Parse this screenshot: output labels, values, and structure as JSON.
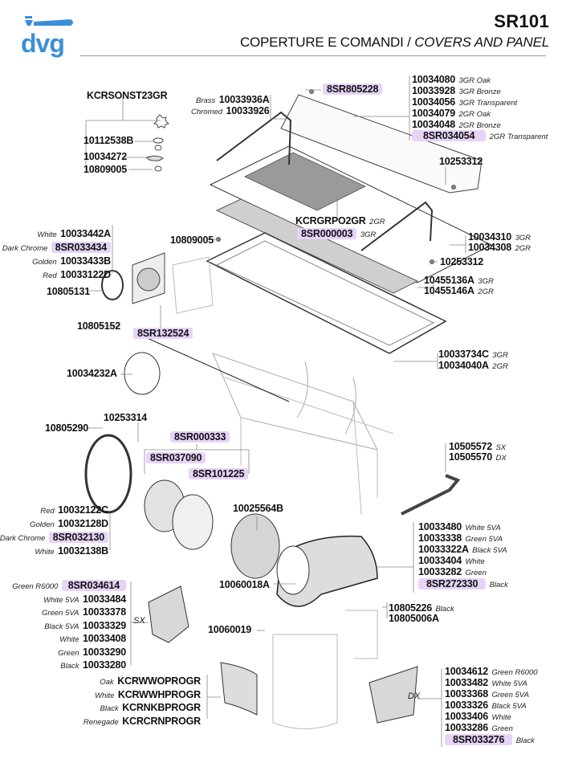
{
  "header": {
    "logo_text": "dvg",
    "model": "SR101",
    "subtitle_it": "COPERTURE E COMANDI /",
    "subtitle_en": "COVERS AND PANEL",
    "brand_color": "#3a8fd6",
    "highlight_color": "#e6d3f7"
  },
  "labels": {
    "kcrsonst": {
      "part": "KCRSONST23GR"
    },
    "knob_parts": [
      {
        "part": "10112538B"
      },
      {
        "part": "10034272"
      },
      {
        "part": "10809005"
      }
    ],
    "rail": [
      {
        "note": "Brass",
        "part": "10033936A"
      },
      {
        "note": "Chromed",
        "part": "10033926"
      }
    ],
    "screw_top": {
      "part": "8SR805228",
      "highlight": true
    },
    "cup_guard": [
      {
        "part": "10034080",
        "note": "3GR Oak"
      },
      {
        "part": "10033928",
        "note": "3GR Bronze"
      },
      {
        "part": "10034056",
        "note": "3GR Transparent"
      },
      {
        "part": "10034079",
        "note": "2GR Oak"
      },
      {
        "part": "10034048",
        "note": "2GR Bronze"
      },
      {
        "part": "8SR034054",
        "note": "2GR Transparent",
        "highlight": true
      }
    ],
    "screw_right_top": {
      "part": "10253312"
    },
    "grid": [
      {
        "part": "KCRGRPO2GR",
        "note": "2GR"
      },
      {
        "part": "8SR000003",
        "note": "3GR",
        "highlight": true
      }
    ],
    "screw_left": {
      "part": "10809005"
    },
    "tray": [
      {
        "part": "10034310",
        "note": "3GR"
      },
      {
        "part": "10034308",
        "note": "2GR"
      }
    ],
    "screw_right_mid": {
      "part": "10253312"
    },
    "gasket": [
      {
        "part": "10455136A",
        "note": "3GR"
      },
      {
        "part": "10455146A",
        "note": "2GR"
      }
    ],
    "frame": [
      {
        "part": "10033734C",
        "note": "3GR"
      },
      {
        "part": "10034040A",
        "note": "2GR"
      }
    ],
    "gauge_ring": [
      {
        "note": "White",
        "part": "10033442A"
      },
      {
        "note": "Dark Chrome",
        "part": "8SR033434",
        "highlight": true
      },
      {
        "note": "Golden",
        "part": "10033433B"
      },
      {
        "note": "Red",
        "part": "10033122D"
      }
    ],
    "gauge_screw1": {
      "part": "10805131"
    },
    "gauge_screw2": {
      "part": "10805152"
    },
    "gauge": {
      "part": "8SR132524",
      "highlight": true
    },
    "plate_left": {
      "part": "10034232A"
    },
    "ring_screw": {
      "part": "10805290"
    },
    "ring_nut": {
      "part": "10253314"
    },
    "knob_assembly": {
      "part": "8SR000333",
      "highlight": true
    },
    "knob_cap": {
      "part": "8SR037090",
      "highlight": true
    },
    "knob_body": {
      "part": "8SR101225",
      "highlight": true
    },
    "bezel_ring": [
      {
        "note": "Red",
        "part": "10032122C"
      },
      {
        "note": "Golden",
        "part": "10032128D"
      },
      {
        "note": "Dark Chrome",
        "part": "8SR032130",
        "highlight": true
      },
      {
        "note": "White",
        "part": "10032138B"
      }
    ],
    "plate_right": {
      "part": "10025564B"
    },
    "side_bar": [
      {
        "part": "10505572",
        "note": "SX"
      },
      {
        "part": "10505570",
        "note": "DX"
      }
    ],
    "group_cover": [
      {
        "part": "10033480",
        "note": "White 5VA"
      },
      {
        "part": "10033338",
        "note": "Green 5VA"
      },
      {
        "part": "10033322A",
        "note": "Black 5VA"
      },
      {
        "part": "10033404",
        "note": "White"
      },
      {
        "part": "10033282",
        "note": "Green"
      },
      {
        "part": "8SR272330",
        "note": "Black",
        "highlight": true
      }
    ],
    "cover_screw_a": {
      "part": "10060018A"
    },
    "cover_screw_b": [
      {
        "part": "10805226",
        "note": "Black"
      },
      {
        "part": "10805006A",
        "note": ""
      }
    ],
    "cover_screw_c": {
      "part": "10060019"
    },
    "side_sx": [
      {
        "note": "Green R6000",
        "part": "8SR034614",
        "highlight": true
      },
      {
        "note": "White 5VA",
        "part": "10033484"
      },
      {
        "note": "Green 5VA",
        "part": "10033378"
      },
      {
        "note": "Black 5VA",
        "part": "10033329"
      },
      {
        "note": "White",
        "part": "10033408"
      },
      {
        "note": "Green",
        "part": "10033290"
      },
      {
        "note": "Black",
        "part": "10033280"
      }
    ],
    "sx_tag": "SX",
    "dx_tag": "DX",
    "front_badge": [
      {
        "note": "Oak",
        "part": "KCRWWOPROGR"
      },
      {
        "note": "White",
        "part": "KCRWWHPROGR"
      },
      {
        "note": "Black",
        "part": "KCRNKBPROGR"
      },
      {
        "note": "Renegade",
        "part": "KCRCRNPROGR"
      }
    ],
    "side_dx": [
      {
        "part": "10034612",
        "note": "Green R6000"
      },
      {
        "part": "10033482",
        "note": "White 5VA"
      },
      {
        "part": "10033368",
        "note": "Green 5VA"
      },
      {
        "part": "10033326",
        "note": "Black 5VA"
      },
      {
        "part": "10033406",
        "note": "White"
      },
      {
        "part": "10033286",
        "note": "Green"
      },
      {
        "part": "8SR033276",
        "note": "Black",
        "highlight": true
      }
    ]
  }
}
